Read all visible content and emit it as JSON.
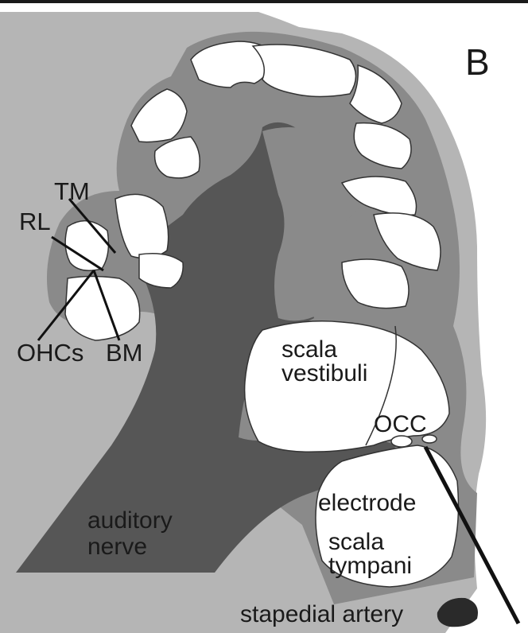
{
  "figure": {
    "panel_letter": "B",
    "labels": {
      "tm": "TM",
      "rl": "RL",
      "ohcs": "OHCs",
      "bm": "BM",
      "scala_vestibuli_1": "scala",
      "scala_vestibuli_2": "vestibuli",
      "occ": "OCC",
      "electrode": "electrode",
      "scala_tympani_1": "scala",
      "scala_tympani_2": "tympani",
      "auditory_nerve_1": "auditory",
      "auditory_nerve_2": "nerve",
      "stapedial_artery": "stapedial artery"
    },
    "colors": {
      "light_gray": "#b5b5b5",
      "mid_gray": "#8a8a8a",
      "dark_gray": "#565656",
      "white": "#ffffff",
      "ink": "#1a1a1a"
    }
  }
}
